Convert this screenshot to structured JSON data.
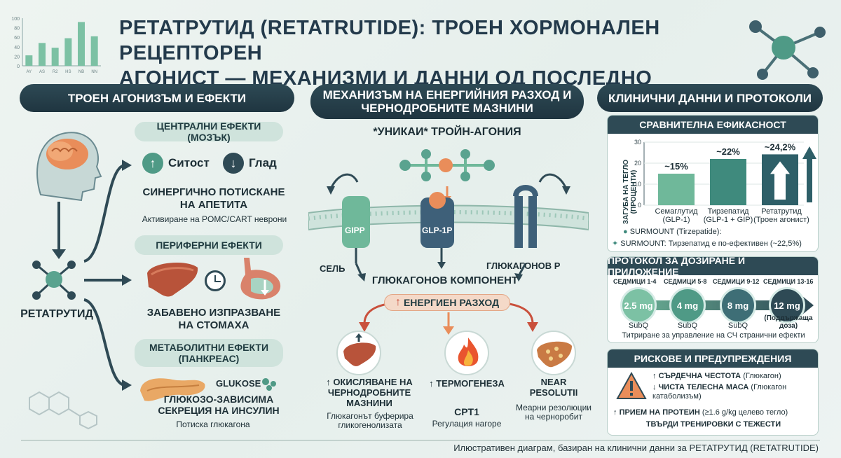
{
  "title": {
    "line1": "РЕТАТРУТИД (RETATRUTIDE): ТРОЕН ХОРМОНАЛЕН РЕЦЕПТОРЕН",
    "line2": "АГОНИСТ — МЕХАНИЗМИ И ДАННИ ОД ПОСЛЕДНО ПОКОЛЕНИЕ"
  },
  "mini_chart": {
    "ytick": [
      "100",
      "80",
      "60",
      "40",
      "20",
      "0"
    ],
    "xtick": [
      "AY",
      "AS",
      "R2",
      "HS",
      "NB",
      "NN"
    ],
    "values": [
      22,
      48,
      38,
      58,
      92,
      62
    ]
  },
  "left": {
    "header": "ТРОЕН АГОНИЗЪМ И ЕФЕКТИ",
    "drug_label": "РЕТАТРУТИД",
    "central": {
      "header": "ЦЕНТРАЛНИ ЕФЕКТИ (МОЗЪК)",
      "satiety": "Ситост",
      "hunger": "Глад",
      "title": "СИНЕРГИЧНО ПОТИСКАНЕ НА АПЕТИТА",
      "note": "Активиране на POMC/CART неврони"
    },
    "peripheral": {
      "header": "ПЕРИФЕРНИ ЕФЕКТИ",
      "title": "ЗАБАВЕНО ИЗПРАЗВАНЕ НА СТОМАХА"
    },
    "metabolic": {
      "header": "МЕТАБОЛИТНИ ЕФЕКТИ (ПАНКРЕАС)",
      "glucose": "GLUKOSE",
      "title": "ГЛЮКОЗО-ЗАВИСИМА СЕКРЕЦИЯ НА ИНСУЛИН",
      "note": "Потиска глюкагона"
    }
  },
  "middle": {
    "header": "МЕХАНИЗЪМ НА ЕНЕРГИЙНИЯ РАЗХОД И ЧЕРНОДРОБНИТЕ МАЗНИНИ",
    "subtitle": "*УНИКАИ* ТРОЙН-АГОНИЯ",
    "receptors": [
      "GIPP",
      "GLP-1P"
    ],
    "cell_label": "СЕЛЬ",
    "glucagon_r": "ГЛЮКАГОНОВ Р",
    "component": "ГЛЮКАГОНОВ КОМПОНЕНТ",
    "energy": "ЕНЕРГИЕН РАЗХОД",
    "effect1_title": "ОКИСЛЯВАНЕ НА ЧЕРНОДРОБНИТЕ МАЗНИНИ",
    "effect1_note": "Глюкагонът буферира гликогенолизата",
    "effect2_title": "ТЕРМОГЕНЕЗА",
    "effect2_sub": "CPT1",
    "effect2_note": "Регулация нагоре",
    "effect3_title": "NEAR PESOLUTII",
    "effect3_note": "Меарни резолюции на черноробит"
  },
  "right": {
    "header": "КЛИНИЧНИ ДАННИ И ПРОТОКОЛИ",
    "efficacy": {
      "header": "СРАВНИТЕЛНА ЕФИКАСНОСТ",
      "ylabel": "ЗАГУБА НА ТЕГЛО (ПРОЦЕНТИ)",
      "notes": [
        "SURMOUNT (Tirzepatide):",
        "SURMOUNT: Тирзепатид е по-ефективен (~22,5%)"
      ]
    },
    "protocol": {
      "header": "ПРОТОКОЛ ЗА ДОЗИРАНЕ И ПРИЛОЖЕНИЕ",
      "weeks": [
        "СЕДМИЦИ 1-4",
        "СЕДМИЦИ 5-8",
        "СЕДМИЦИ 9-12",
        "СЕДМИЦИ 13-16"
      ],
      "doses": [
        "2.5 mg",
        "4 mg",
        "8 mg",
        "12 mg"
      ],
      "routes": [
        "SubQ",
        "SubQ",
        "SubQ",
        "(Поддържаща доза)"
      ],
      "note": "Титриране за управление на СЧ странични ефекти"
    },
    "risks": {
      "header": "РИСКОВЕ И ПРЕДУПРЕЖДЕНИЯ",
      "r1_bold": "СЪРДЕЧНА ЧЕСТОТА",
      "r1_note": "(Глюкагон)",
      "r2_bold": "ЧИСТА ТЕЛЕСНА МАСА",
      "r2_note": "(Глюкагон катаболизъм)",
      "r3_bold": "ПРИЕМ НА ПРОТЕИН",
      "r3_note": "(≥1.6 g/kg целево тегло)",
      "r4_bold": "ТВЪРДИ ТРЕНИРОВКИ С ТЕЖЕСТИ"
    }
  },
  "footer": "Илюстративен диаграм, базиран на клинични данни за РЕТАТРУТИД (RETATRUTIDE)",
  "chart_data": {
    "type": "bar",
    "categories": [
      "Семаглутид (GLP-1)",
      "Тирзепатид (GLP-1 + GIP)",
      "Ретатрутид (Троен агонист)"
    ],
    "values": [
      15,
      22,
      24.2
    ],
    "labels": [
      "~15%",
      "~22%",
      "~24,2%"
    ],
    "ylabel": "ЗАГУБА НА ТЕГЛО (ПРОЦЕНТИ)",
    "yticks": [
      "0",
      "10",
      "20",
      "30"
    ],
    "ylim": [
      0,
      30
    ],
    "colors": [
      "#6fb89a",
      "#3f8a7d",
      "#2e5f68"
    ]
  }
}
